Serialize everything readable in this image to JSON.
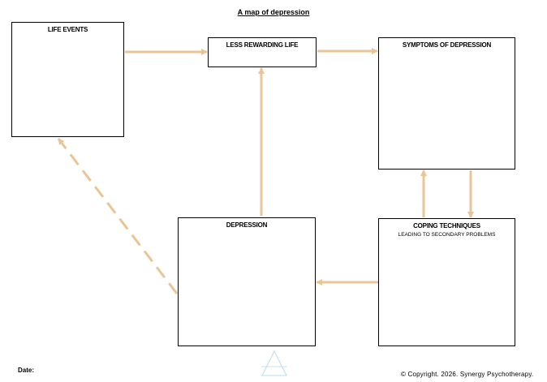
{
  "title": "A map of depression",
  "boxes": {
    "life_events": "LIFE EVENTS",
    "less_rewarding_life": "LESS REWARDING LIFE",
    "symptoms": "SYMPTOMS OF DEPRESSION",
    "depression": "DEPRESSION",
    "coping_title": "COPING TECHNIQUES",
    "coping_subtitle": "LEADING TO SECONDARY PROBLEMS"
  },
  "footer": {
    "date_label": "Date:",
    "copyright": "© Copyright. 2026. Synergy Psychotherapy."
  },
  "colors": {
    "arrow": "#e9c596",
    "logo": "#b9dde6"
  }
}
